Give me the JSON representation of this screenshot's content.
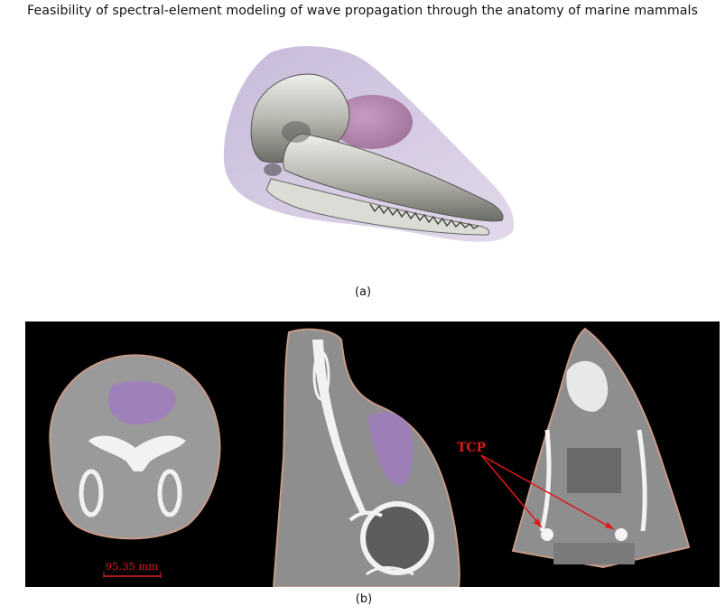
{
  "title": "Feasibility of spectral-element modeling of wave propagation through the anatomy of marine mammals",
  "figure": {
    "panel_a": {
      "caption": "(a)"
    },
    "panel_b": {
      "caption": "(b)",
      "scale_bar_label": "95.35 mm",
      "annotation_label": "TCP"
    }
  },
  "colors": {
    "soft_tissue_overlay": "#a07cc0",
    "annotation_red": "#e01818",
    "ct_background": "#000000"
  }
}
